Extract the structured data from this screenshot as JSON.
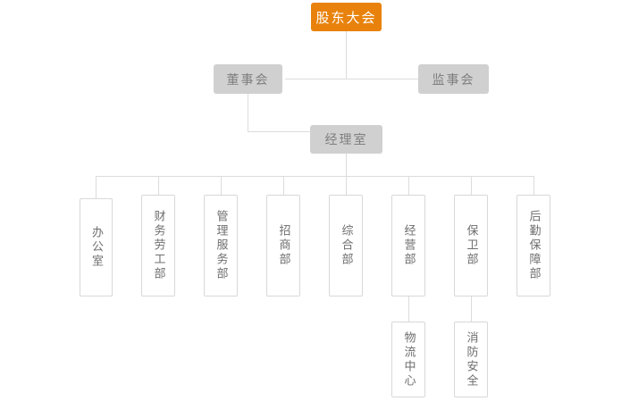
{
  "chart_title": "",
  "colors": {
    "root_fill": "#e8820c",
    "root_text": "#ffffff",
    "grey_fill": "#d0d0d0",
    "grey_text": "#7f7f7f",
    "box_border": "#d8d8d8",
    "box_fill": "#ffffff",
    "box_text": "#6e6e6e",
    "line": "#dcdcdc",
    "background": "#ffffff"
  },
  "nodes": {
    "root": {
      "label": "股东大会"
    },
    "board": {
      "label": "董事会"
    },
    "supervisors": {
      "label": "监事会"
    },
    "manager_office": {
      "label": "经理室"
    }
  },
  "departments": [
    {
      "label": "办公室"
    },
    {
      "label": "财务劳工部"
    },
    {
      "label": "管理服务部"
    },
    {
      "label": "招商部"
    },
    {
      "label": "综合部"
    },
    {
      "label": "经营部"
    },
    {
      "label": "保卫部"
    },
    {
      "label": "后勤保障部"
    }
  ],
  "sub_departments": [
    {
      "label": "物流中心",
      "parent": "经营部"
    },
    {
      "label": "消防安全",
      "parent": "保卫部"
    }
  ]
}
